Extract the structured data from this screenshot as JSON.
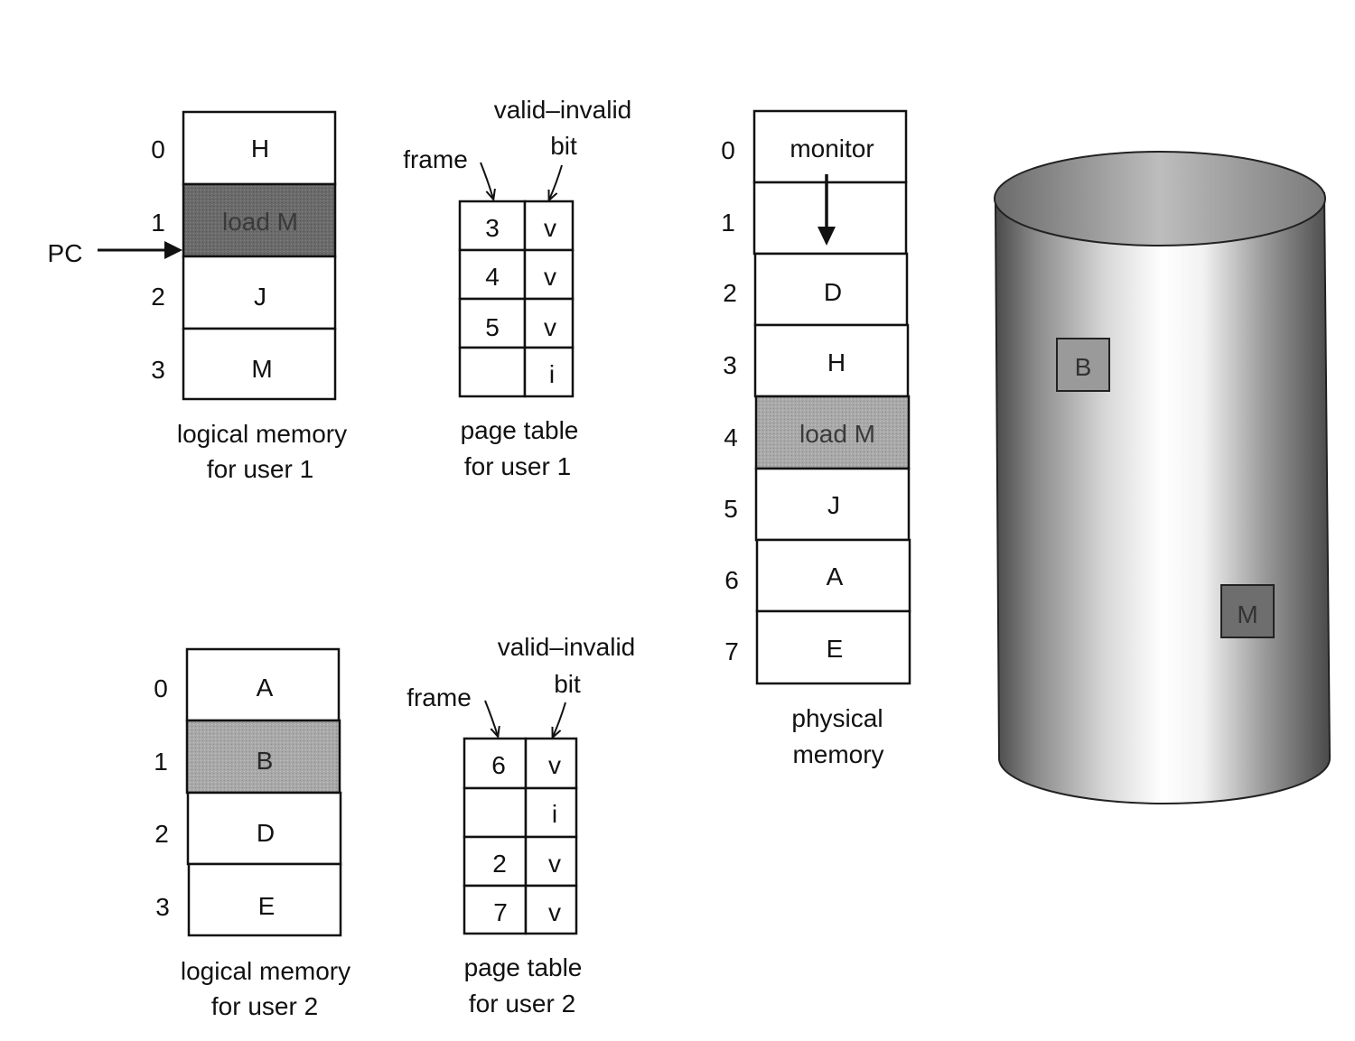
{
  "user1_logical": {
    "indices": [
      "0",
      "1",
      "2",
      "3"
    ],
    "pages": [
      "H",
      "load M",
      "J",
      "M"
    ],
    "highlighted_index": 1,
    "caption_line1": "logical memory",
    "caption_line2": "for user 1"
  },
  "pc_label": "PC",
  "user1_table": {
    "frame_label": "frame",
    "valid_label_line1": "valid–invalid",
    "valid_label_line2": "bit",
    "frames": [
      "3",
      "4",
      "5",
      ""
    ],
    "bits": [
      "v",
      "v",
      "v",
      "i"
    ],
    "caption_line1": "page table",
    "caption_line2": "for user 1"
  },
  "user2_logical": {
    "indices": [
      "0",
      "1",
      "2",
      "3"
    ],
    "pages": [
      "A",
      "B",
      "D",
      "E"
    ],
    "highlighted_index": 1,
    "caption_line1": "logical memory",
    "caption_line2": "for user 2"
  },
  "user2_table": {
    "frame_label": "frame",
    "valid_label_line1": "valid–invalid",
    "valid_label_line2": "bit",
    "frames": [
      "6",
      "",
      "2",
      "7"
    ],
    "bits": [
      "v",
      "i",
      "v",
      "v"
    ],
    "caption_line1": "page table",
    "caption_line2": "for user 2"
  },
  "physical_memory": {
    "indices": [
      "0",
      "1",
      "2",
      "3",
      "4",
      "5",
      "6",
      "7"
    ],
    "frames": [
      "monitor",
      "",
      "D",
      "H",
      "load M",
      "J",
      "A",
      "E"
    ],
    "highlighted_index": 4,
    "caption_line1": "physical",
    "caption_line2": "memory"
  },
  "disk": {
    "blocks": [
      "B",
      "M"
    ]
  },
  "colors": {
    "ink": "#111111",
    "shade_dark": "#6e6e6e",
    "shade_light": "#a8a8a8"
  }
}
